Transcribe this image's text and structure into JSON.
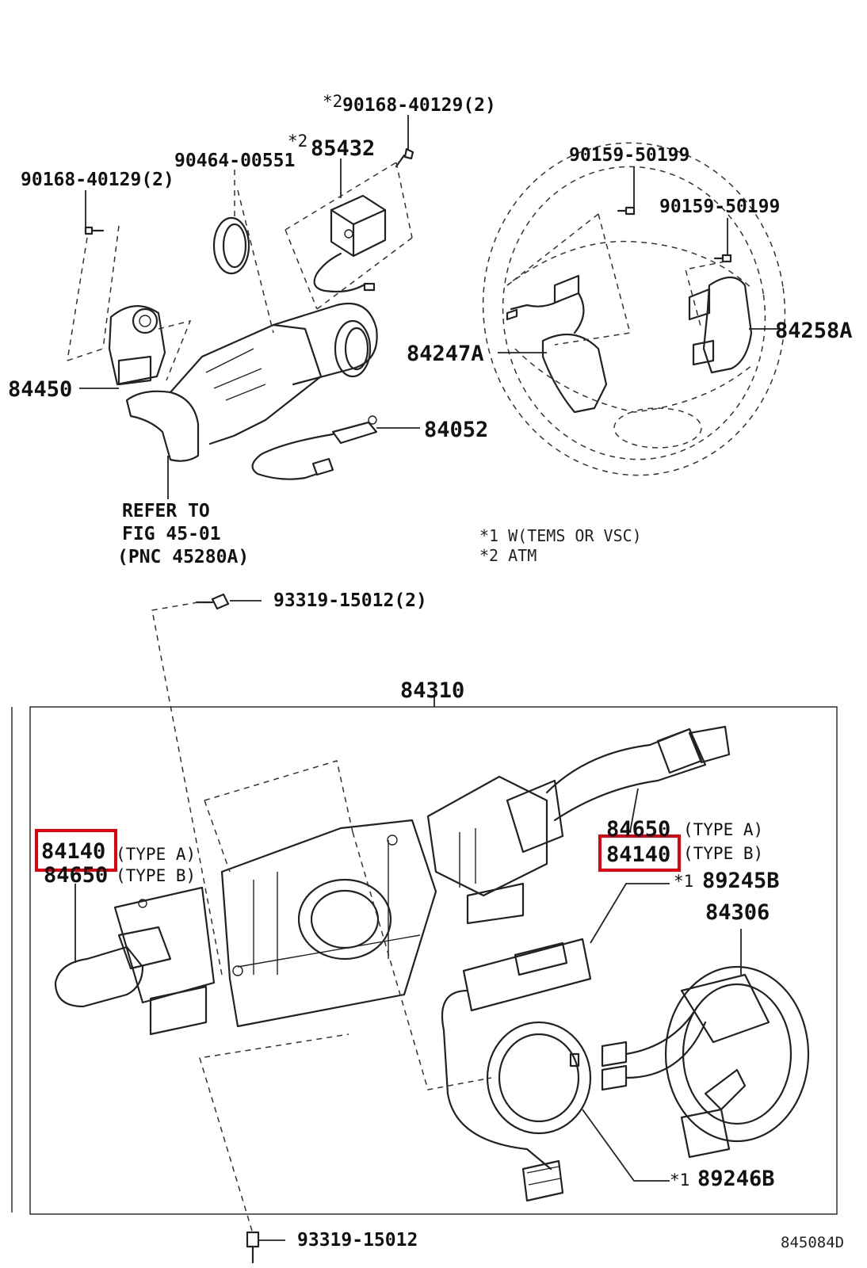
{
  "top_labels": {
    "bolt_top": "90168-40129(2)",
    "bolt_top_mark": "*2",
    "bolt_left": "90168-40129(2)",
    "clamp": "90464-00551",
    "sensor": "85432",
    "sensor_mark": "*2",
    "switch_left": "84450",
    "harness": "84052",
    "refer_line1": "REFER TO",
    "refer_line2": "FIG 45-01",
    "refer_line3": "(PNC 45280A)"
  },
  "wheel_labels": {
    "screw_1": "90159-50199",
    "screw_2": "90159-50199",
    "switch_right": "84258A",
    "switch_left": "84247A"
  },
  "notes": {
    "note1": "*1 W(TEMS OR VSC)",
    "note2": "*2 ATM"
  },
  "bottom_labels": {
    "screw_top": "93319-15012(2)",
    "assembly": "84310",
    "left_code_a": "84140",
    "left_type_a": "(TYPE  A)",
    "left_code_b": "84650",
    "left_type_b": "(TYPE  B)",
    "right_code_a": "84650",
    "right_type_a": "(TYPE  A)",
    "right_code_b": "84140",
    "right_type_b": "(TYPE  B)",
    "sensor_code": "89245B",
    "sensor_mark": "*1",
    "spiral": "84306",
    "ring_code": "89246B",
    "ring_mark": "*1",
    "screw_bottom": "93319-15012",
    "figure_id": "845084D"
  },
  "highlight_color": "#e3000f"
}
